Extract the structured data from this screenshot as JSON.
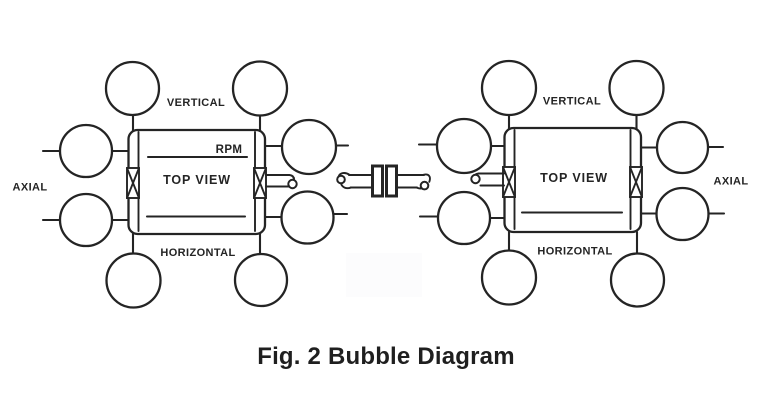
{
  "caption": "Fig. 2 Bubble Diagram",
  "left_machine": {
    "vertical_label": "VERTICAL",
    "axial_label": "AXIAL",
    "horizontal_label": "HORIZONTAL",
    "view_label": "TOP VIEW",
    "rpm_label": "RPM"
  },
  "right_machine": {
    "vertical_label": "VERTICAL",
    "axial_label": "AXIAL",
    "horizontal_label": "HORIZONTAL",
    "view_label": "TOP VIEW"
  },
  "colors": {
    "ink": "#242424",
    "paper": "#ffffff"
  }
}
